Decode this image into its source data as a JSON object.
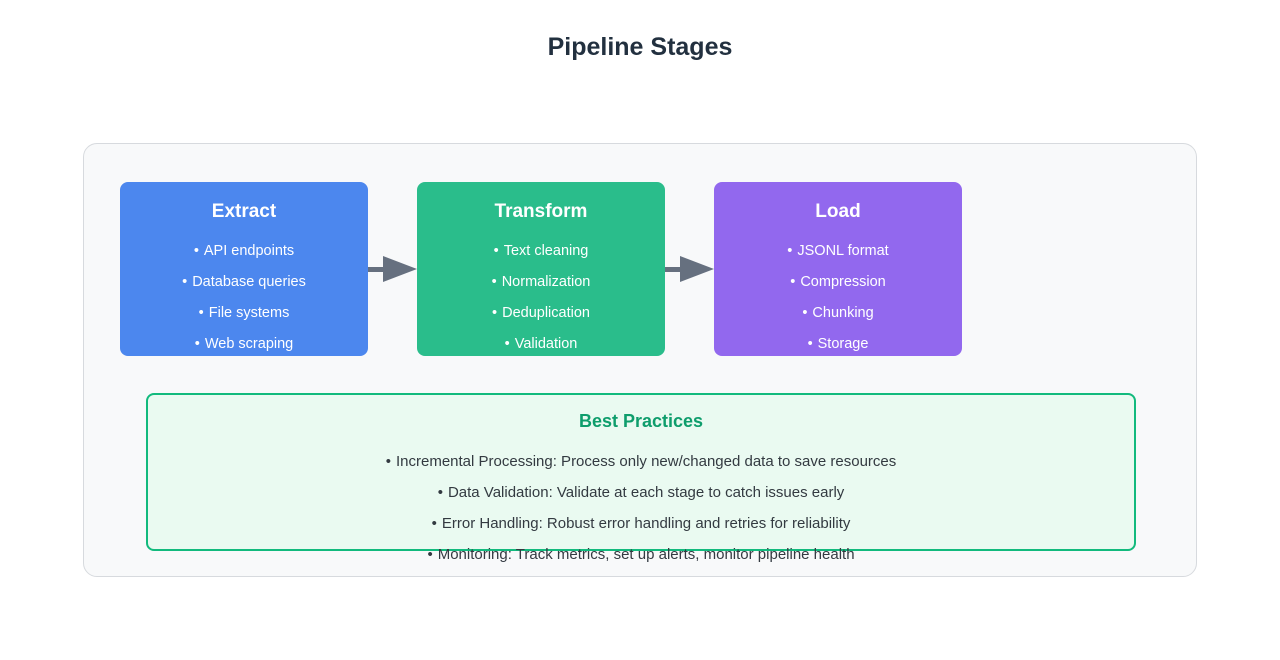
{
  "title": "Pipeline Stages",
  "glyphs": {
    "bullet": "•"
  },
  "stages": [
    {
      "name": "Extract",
      "items": [
        "API endpoints",
        "Database queries",
        "File systems",
        "Web scraping"
      ]
    },
    {
      "name": "Transform",
      "items": [
        "Text cleaning",
        "Normalization",
        "Deduplication",
        "Validation"
      ]
    },
    {
      "name": "Load",
      "items": [
        "JSONL format",
        "Compression",
        "Chunking",
        "Storage"
      ]
    }
  ],
  "best_practices": {
    "title": "Best Practices",
    "items": [
      "Incremental Processing: Process only new/changed data to save resources",
      "Data Validation: Validate at each stage to catch issues early",
      "Error Handling: Robust error handling and retries for reliability",
      "Monitoring: Track metrics, set up alerts, monitor pipeline health"
    ]
  },
  "colors": {
    "title_text": "#22303f",
    "stage_extract": "#4c87ee",
    "stage_transform": "#2abd8b",
    "stage_load": "#9268ee",
    "arrow": "#66707f",
    "card_bg": "#f8f9fa",
    "card_border": "#d7dade",
    "best_practices_bg": "#eafaf1",
    "best_practices_border": "#12ba7d",
    "best_practices_title": "#0e9d6c",
    "best_practices_text": "#333a41"
  }
}
